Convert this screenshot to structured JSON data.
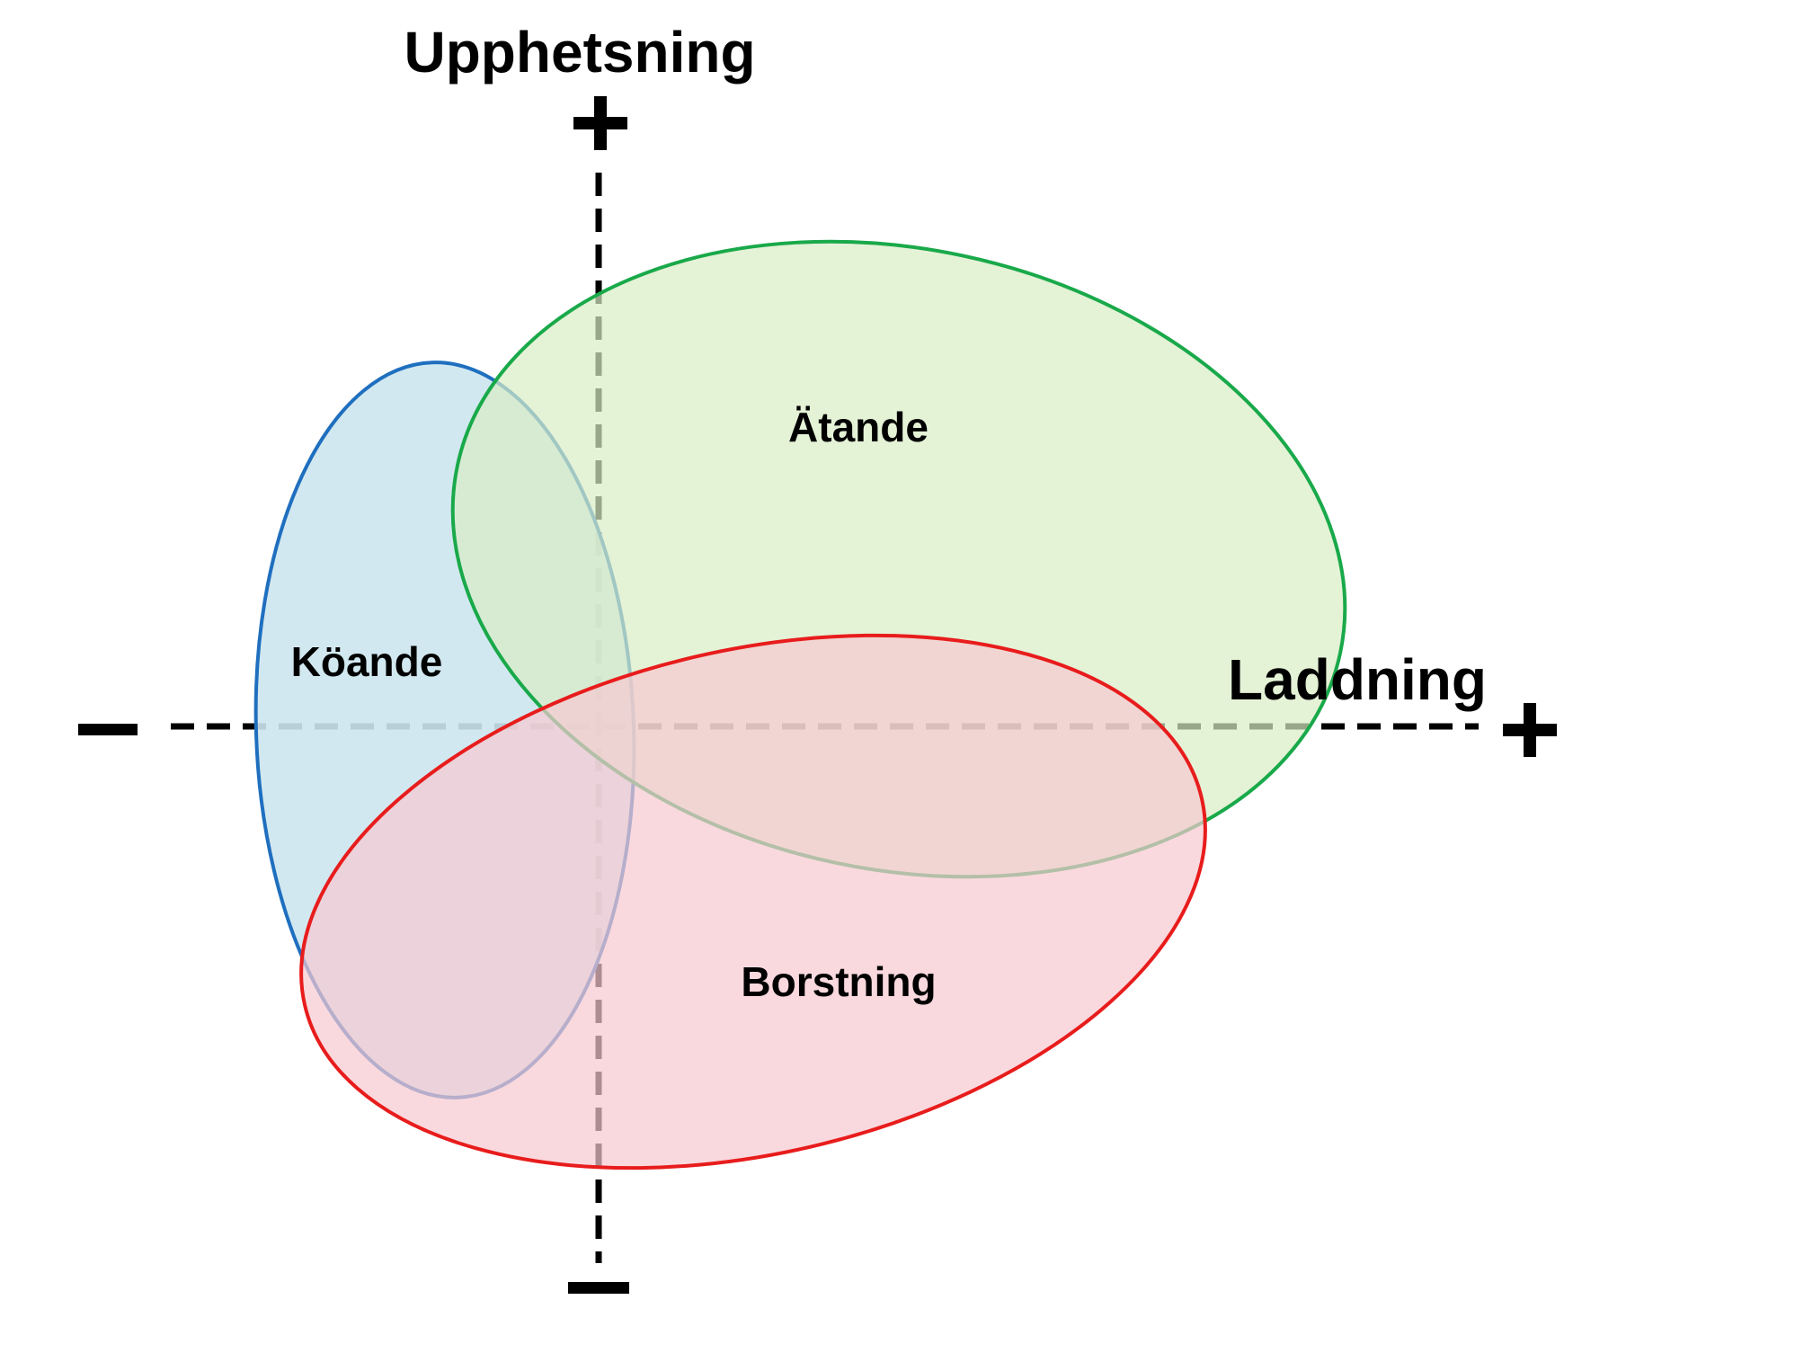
{
  "diagram": {
    "y_axis": {
      "title": "Upphetsning",
      "positive_symbol": "+",
      "negative_symbol": "–"
    },
    "x_axis": {
      "title": "Laddning",
      "positive_symbol": "+",
      "negative_symbol": "–"
    },
    "regions": [
      {
        "id": "koande",
        "label": "Köande",
        "fill": "#cde6ee",
        "stroke": "#1f6fbf"
      },
      {
        "id": "atande",
        "label": "Ätande",
        "fill": "#d9edc4",
        "stroke": "#19a94a"
      },
      {
        "id": "borstning",
        "label": "Borstning",
        "fill": "#f6c9d0",
        "stroke": "#e81c1c"
      }
    ],
    "colors": {
      "axis": "#000000",
      "background": "#ffffff"
    }
  }
}
